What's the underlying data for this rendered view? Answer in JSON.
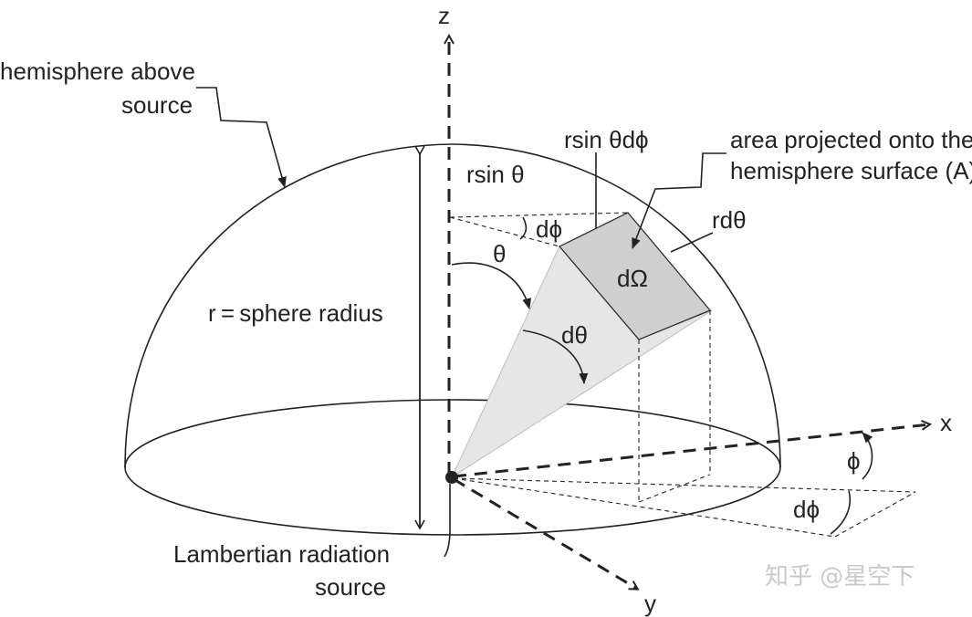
{
  "labels": {
    "hemisphere_line1": "hemisphere above",
    "hemisphere_line2": "source",
    "radius": "r = sphere radius",
    "rsin_theta": "rsin θ",
    "rsin_theta_dphi": "rsin θdϕ",
    "area_line1": "area projected onto the",
    "area_line2": "hemisphere surface (A)",
    "rd_theta": "rdθ",
    "d_phi_top": "dϕ",
    "theta": "θ",
    "d_omega": "dΩ",
    "d_theta": "dθ",
    "phi": "ϕ",
    "d_phi_bottom": "dϕ",
    "source_line1": "Lambertian radiation",
    "source_line2": "source"
  },
  "axes": {
    "x": "x",
    "y": "y",
    "z": "z"
  },
  "watermark": "知乎 @星空下",
  "colors": {
    "ink": "#222222",
    "patch_fill": "#cfcfcf",
    "cone_fill": "#e6e6e6",
    "watermark": "#c9c9c9"
  }
}
